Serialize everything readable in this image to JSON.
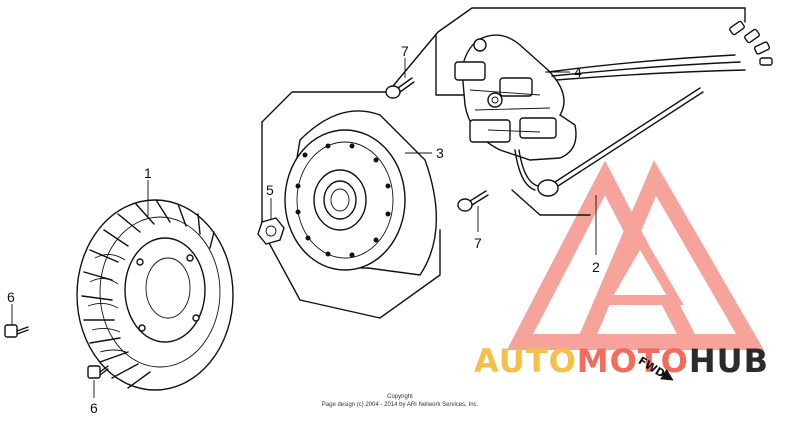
{
  "callouts": {
    "fan": "1",
    "pulser": "2",
    "flywheel": "3",
    "stator": "4",
    "nut": "5",
    "bolt_left_top": "6",
    "bolt_left_bottom": "6",
    "screw_top": "7",
    "screw_right": "7"
  },
  "copyright": {
    "line1": "Copyright",
    "line2": "Page design (c) 2004 - 2014 by ARI Network Services, Inc."
  },
  "watermark": {
    "part1": "AUTO",
    "part2": "MOTO",
    "part3": "HUB",
    "color_auto": "#f5c04a",
    "color_moto": "#f26b5b",
    "color_hub": "#2b2b2b"
  },
  "direction_label": "FWD"
}
